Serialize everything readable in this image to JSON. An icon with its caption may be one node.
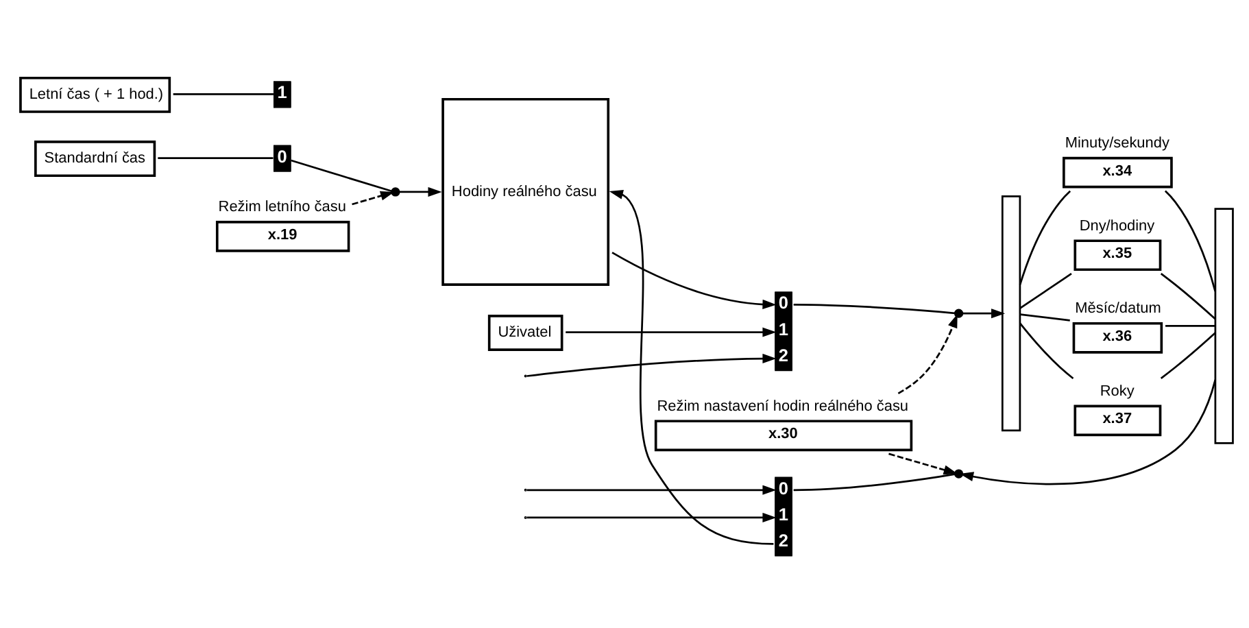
{
  "diagram": {
    "nodes": [
      {
        "text": [
          "Standardní čas"
        ]
      },
      {
        "text": [
          "Letní čas ( + 1 hod.)"
        ]
      },
      {
        "text": [
          "0"
        ]
      },
      {
        "text": [
          "1"
        ]
      },
      {
        "text": [
          "x.19"
        ],
        "beside": [
          "Režim letního času"
        ]
      },
      {
        "text": [],
        "shape": "switch"
      },
      {
        "text": [
          "Hodiny reálného času"
        ]
      },
      {
        "text": [
          "Uživatel"
        ]
      },
      {
        "text": [
          "0",
          "1",
          "2"
        ]
      },
      {
        "text": [
          "x.30"
        ],
        "beside": [
          "Režim nastavení hodin reálného času"
        ]
      },
      {
        "text": [],
        "shape": "switch"
      },
      {
        "text": [],
        "shape": "bar"
      },
      {
        "text": [
          "x.34"
        ],
        "beside": [
          "Minuty/sekundy"
        ]
      },
      {
        "text": [
          "x.35"
        ],
        "beside": [
          "Dny/hodiny"
        ]
      },
      {
        "text": [
          "x.36"
        ],
        "beside": [
          "Měsíc/datum"
        ]
      },
      {
        "text": [
          "x.37"
        ],
        "beside": [
          "Roky"
        ]
      },
      {
        "text": [],
        "shape": "bar"
      },
      {
        "text": [
          "0",
          "1",
          "2"
        ]
      },
      {
        "text": [],
        "shape": "switch"
      }
    ],
    "edges": [
      {
        "from": 0,
        "to": 2,
        "arrow": "none"
      },
      {
        "from": 1,
        "to": 3,
        "arrow": "none"
      },
      {
        "from": 2,
        "to": 5,
        "arrow": "none"
      },
      {
        "from": 4,
        "to": 5,
        "arrow": "to",
        "style": "dashed"
      },
      {
        "from": 5,
        "to": 6,
        "arrow": "to"
      },
      {
        "from": 6,
        "to": 8,
        "arrow": "to"
      },
      {
        "from": 7,
        "to": 8,
        "arrow": "to"
      },
      {
        "from": null,
        "to": 8,
        "arrow": "to"
      },
      {
        "from": 8,
        "to": 10,
        "arrow": "none"
      },
      {
        "from": 9,
        "to": 10,
        "arrow": "to",
        "style": "dashed"
      },
      {
        "from": 10,
        "to": 11,
        "arrow": "to"
      },
      {
        "from": 11,
        "to": 12,
        "arrow": "none"
      },
      {
        "from": 11,
        "to": 13,
        "arrow": "none"
      },
      {
        "from": 11,
        "to": 14,
        "arrow": "none"
      },
      {
        "from": 11,
        "to": 15,
        "arrow": "none"
      },
      {
        "from": 12,
        "to": 16,
        "arrow": "none"
      },
      {
        "from": 13,
        "to": 16,
        "arrow": "none"
      },
      {
        "from": 14,
        "to": 16,
        "arrow": "none"
      },
      {
        "from": 15,
        "to": 16,
        "arrow": "none"
      },
      {
        "from": 16,
        "to": 18,
        "arrow": "to"
      },
      {
        "from": 9,
        "to": 18,
        "arrow": "to",
        "style": "dashed"
      },
      {
        "from": null,
        "to": 17,
        "arrow": "to"
      },
      {
        "from": null,
        "to": 17,
        "arrow": "to"
      },
      {
        "from": 17,
        "to": 18,
        "arrow": "none"
      },
      {
        "from": 17,
        "to": 6,
        "arrow": "to"
      }
    ]
  }
}
